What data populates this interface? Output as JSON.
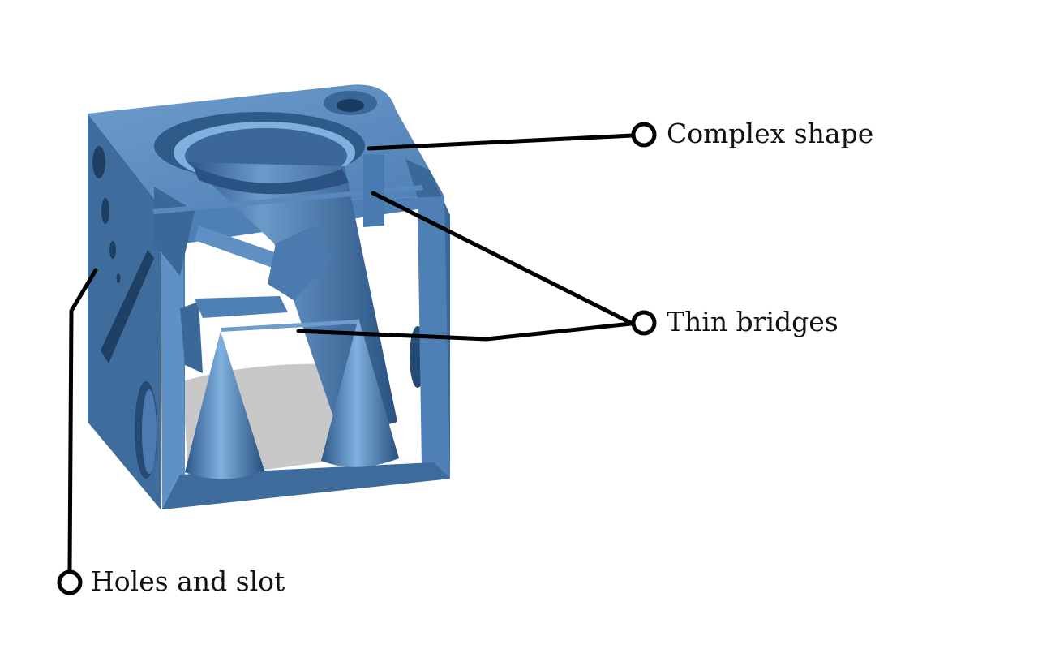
{
  "callouts": {
    "complex_shape": "Complex shape",
    "thin_bridges": "Thin bridges",
    "holes_and_slot": "Holes and slot"
  },
  "colors": {
    "part_top": "#6f9fcf",
    "part_left": "#3f6f9f",
    "part_front": "#4f80b6",
    "part_dark": "#2d5583",
    "leader": "#000000"
  }
}
